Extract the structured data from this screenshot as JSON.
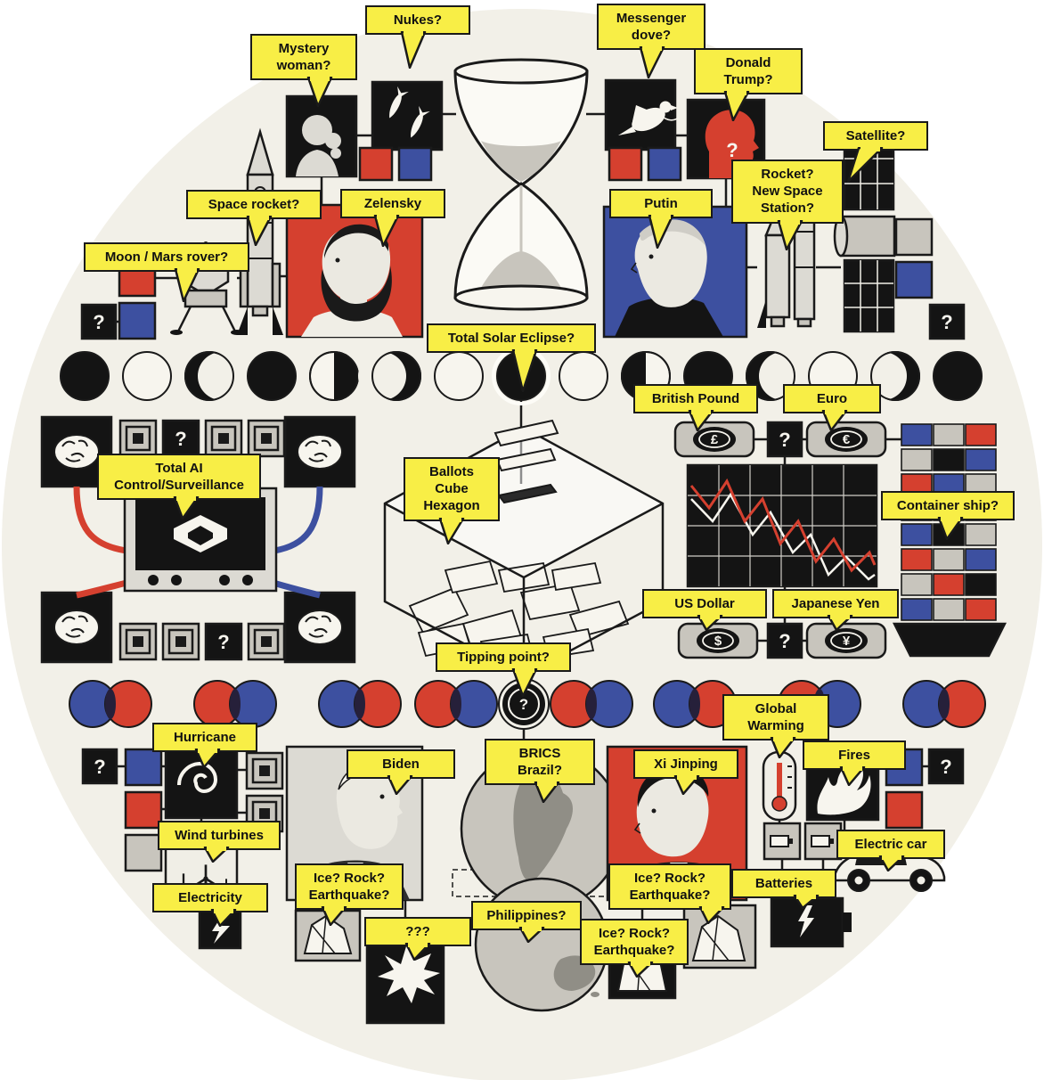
{
  "scene": {
    "description": "Annotated collage illustration inside a big beige circle",
    "background": "#ffffff",
    "circle_color": "#f2f0e8"
  },
  "palette": {
    "label_yellow": "#f8ee46",
    "outline_ink": "#1a1a1a",
    "red": "#d5402f",
    "blue": "#3d50a0",
    "gray": "#c8c5bd",
    "paper": "#f7f5ee"
  },
  "glyphs": {
    "question_mark": "?",
    "pound": "£",
    "euro": "€",
    "dollar": "$",
    "yen": "¥"
  },
  "labels": [
    {
      "id": "nukes",
      "text": "Nukes?"
    },
    {
      "id": "mystery-woman",
      "text": "Mystery\nwoman?"
    },
    {
      "id": "messenger-dove",
      "text": "Messenger\ndove?"
    },
    {
      "id": "donald-trump",
      "text": "Donald\nTrump?"
    },
    {
      "id": "satellite",
      "text": "Satellite?"
    },
    {
      "id": "space-rocket",
      "text": "Space rocket?"
    },
    {
      "id": "zelensky",
      "text": "Zelensky"
    },
    {
      "id": "moon-mars-rover",
      "text": "Moon / Mars rover?"
    },
    {
      "id": "putin",
      "text": "Putin"
    },
    {
      "id": "rocket-new-space-station",
      "text": "Rocket?\nNew Space\nStation?"
    },
    {
      "id": "total-solar-eclipse",
      "text": "Total Solar Eclipse?"
    },
    {
      "id": "british-pound",
      "text": "British Pound"
    },
    {
      "id": "euro",
      "text": "Euro"
    },
    {
      "id": "total-ai-control-surveillance",
      "text": "Total AI\nControl/Surveillance"
    },
    {
      "id": "ballots-cube-hexagon",
      "text": "Ballots\nCube\nHexagon"
    },
    {
      "id": "container-ship",
      "text": "Container ship?"
    },
    {
      "id": "us-dollar",
      "text": "US Dollar"
    },
    {
      "id": "japanese-yen",
      "text": "Japanese Yen"
    },
    {
      "id": "tipping-point",
      "text": "Tipping point?"
    },
    {
      "id": "hurricane",
      "text": "Hurricane"
    },
    {
      "id": "global-warming",
      "text": "Global\nWarming"
    },
    {
      "id": "fires",
      "text": "Fires"
    },
    {
      "id": "biden",
      "text": "Biden"
    },
    {
      "id": "brics-brazil",
      "text": "BRICS\nBrazil?"
    },
    {
      "id": "xi-jinping",
      "text": "Xi Jinping"
    },
    {
      "id": "wind-turbines",
      "text": "Wind turbines"
    },
    {
      "id": "electricity",
      "text": "Electricity"
    },
    {
      "id": "ice-rock-earthquake-left",
      "text": "Ice? Rock?\nEarthquake?"
    },
    {
      "id": "unknown-splat",
      "text": "???"
    },
    {
      "id": "philippines",
      "text": "Philippines?"
    },
    {
      "id": "ice-rock-earthquake-bottom",
      "text": "Ice? Rock?\nEarthquake?"
    },
    {
      "id": "ice-rock-earthquake-right",
      "text": "Ice? Rock?\nEarthquake?"
    },
    {
      "id": "electric-car",
      "text": "Electric car"
    },
    {
      "id": "batteries",
      "text": "Batteries"
    }
  ]
}
